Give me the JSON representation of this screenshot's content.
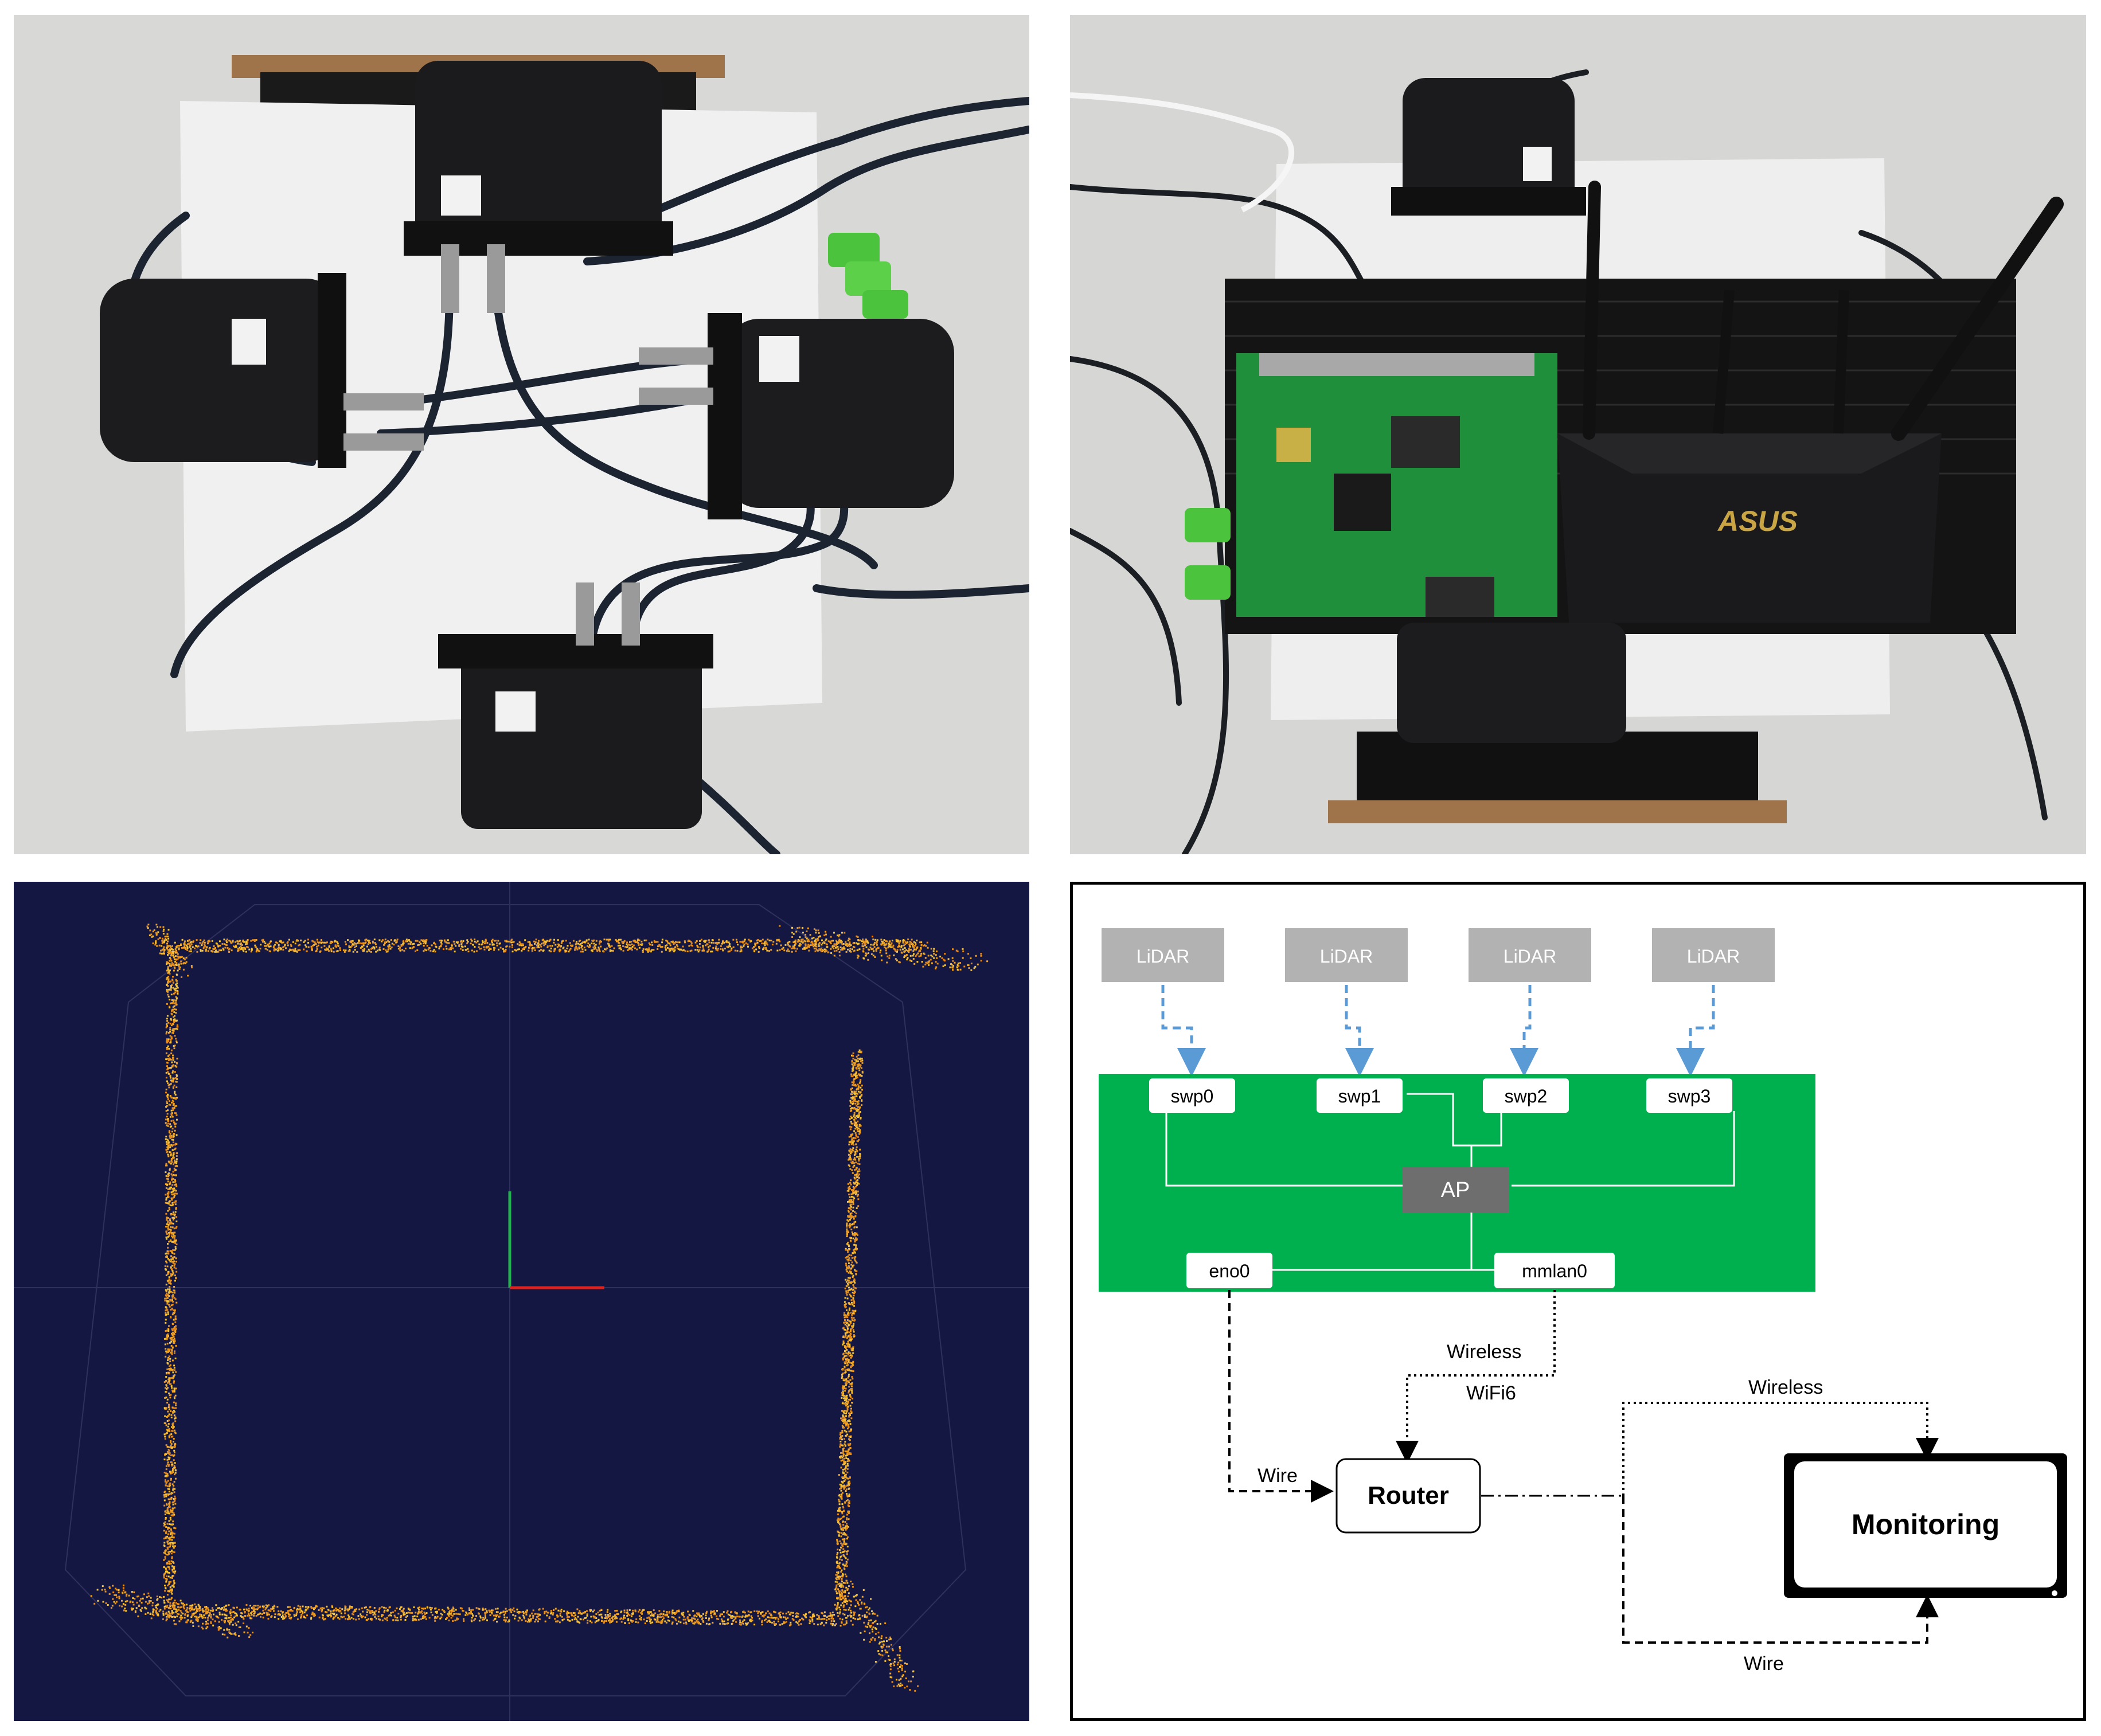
{
  "photos": {
    "lidar_setup": {
      "sensor_label": ""
    },
    "board_setup": {
      "router_brand": "ASUS"
    }
  },
  "diagram": {
    "lidars": [
      "LiDAR",
      "LiDAR",
      "LiDAR",
      "LiDAR"
    ],
    "ports": [
      "swp0",
      "swp1",
      "swp2",
      "swp3"
    ],
    "ap": "AP",
    "eno": "eno0",
    "mmlan": "mmlan0",
    "wireless_1": "Wireless",
    "wifi": "WiFi6",
    "wire_1": "Wire",
    "router": "Router",
    "wireless_2": "Wireless",
    "wire_2": "Wire",
    "monitoring": "Monitoring"
  },
  "colors": {
    "board_green": "#00b04f",
    "lidar_box": "#b2b2b2",
    "ap_box": "#6e6e6e",
    "arrow_blue": "#5b9bd5",
    "pointcloud": "#f0a020",
    "viewer_bg": "#141742"
  }
}
